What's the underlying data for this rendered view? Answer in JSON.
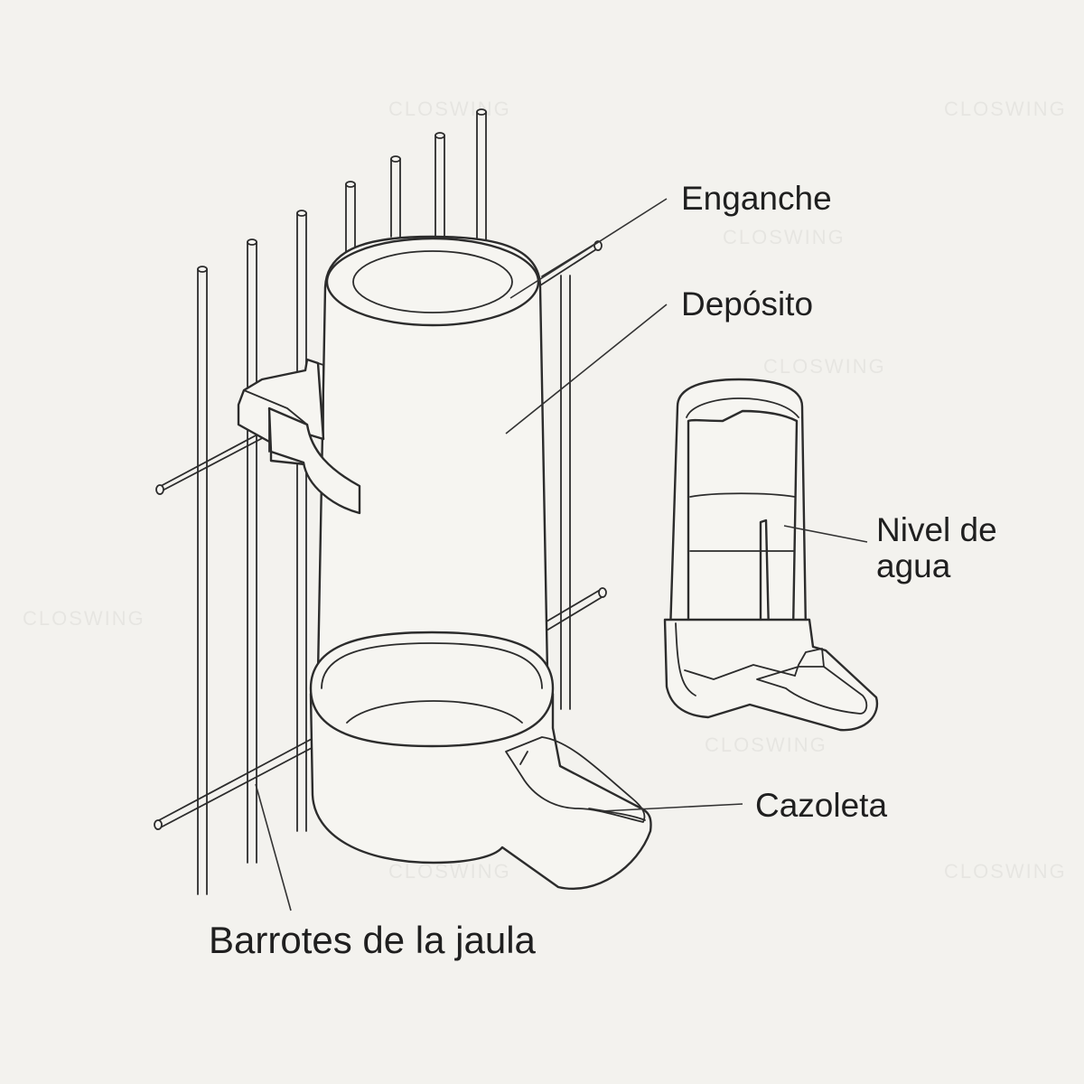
{
  "labels": {
    "hook": "Enganche",
    "reservoir": "Depósito",
    "water_level_line1": "Nivel de",
    "water_level_line2": "agua",
    "dish": "Cazoleta",
    "cage_bars": "Barrotes de la jaula"
  },
  "watermark": {
    "text": "CLOSWING"
  },
  "colors": {
    "background": "#f3f2ee",
    "ink": "#2c2c2c"
  }
}
